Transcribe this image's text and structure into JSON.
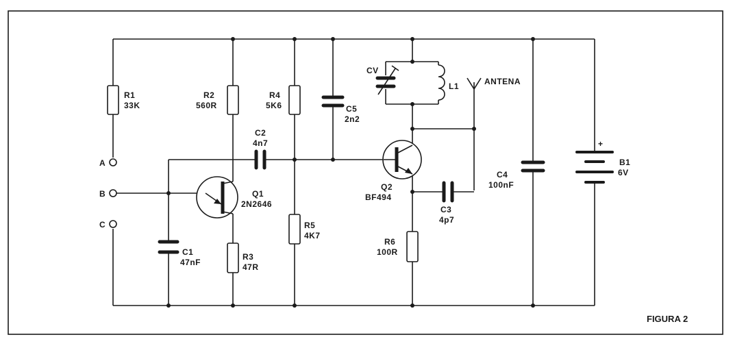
{
  "figure_label": "FIGURA 2",
  "terminals": {
    "a": "A",
    "b": "B",
    "c": "C"
  },
  "components": {
    "r1": {
      "name": "R1",
      "value": "33K"
    },
    "r2": {
      "name": "R2",
      "value": "560R"
    },
    "r3": {
      "name": "R3",
      "value": "47R"
    },
    "r4": {
      "name": "R4",
      "value": "5K6"
    },
    "r5": {
      "name": "R5",
      "value": "4K7"
    },
    "r6": {
      "name": "R6",
      "value": "100R"
    },
    "c1": {
      "name": "C1",
      "value": "47nF"
    },
    "c2": {
      "name": "C2",
      "value": "4n7"
    },
    "c3": {
      "name": "C3",
      "value": "4p7"
    },
    "c4": {
      "name": "C4",
      "value": "100nF"
    },
    "c5": {
      "name": "C5",
      "value": "2n2"
    },
    "q1": {
      "name": "Q1",
      "value": "2N2646"
    },
    "q2": {
      "name": "Q2",
      "value": "BF494"
    },
    "cv": {
      "name": "CV"
    },
    "l1": {
      "name": "L1"
    },
    "antenna": {
      "name": "ANTENA"
    },
    "b1": {
      "name": "B1",
      "value": "6V",
      "polarity": "+"
    }
  }
}
